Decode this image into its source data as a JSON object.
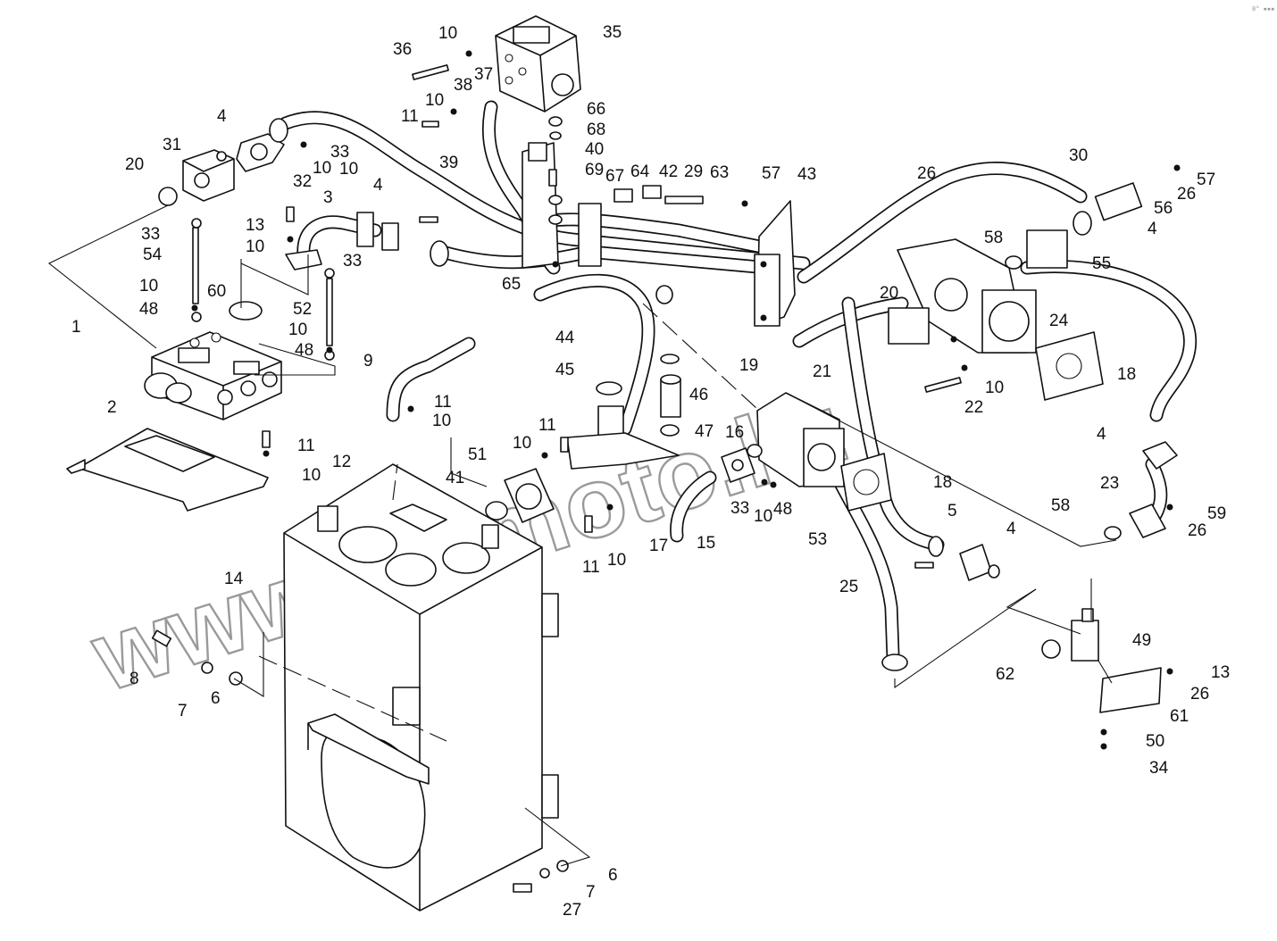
{
  "diagram": {
    "watermark": "www.sibmoto.kz",
    "corner_mark": "8° ▪▪▪",
    "callouts": [
      {
        "id": "c1",
        "label": "1"
      },
      {
        "id": "c2",
        "label": "2"
      },
      {
        "id": "c3",
        "label": "3"
      },
      {
        "id": "c4a",
        "label": "4"
      },
      {
        "id": "c4b",
        "label": "4"
      },
      {
        "id": "c4c",
        "label": "4"
      },
      {
        "id": "c4d",
        "label": "4"
      },
      {
        "id": "c4e",
        "label": "4"
      },
      {
        "id": "c5",
        "label": "5"
      },
      {
        "id": "c6a",
        "label": "6"
      },
      {
        "id": "c6b",
        "label": "6"
      },
      {
        "id": "c7a",
        "label": "7"
      },
      {
        "id": "c7b",
        "label": "7"
      },
      {
        "id": "c8",
        "label": "8"
      },
      {
        "id": "c9",
        "label": "9"
      },
      {
        "id": "c10a",
        "label": "10"
      },
      {
        "id": "c10b",
        "label": "10"
      },
      {
        "id": "c10c",
        "label": "10"
      },
      {
        "id": "c10d",
        "label": "10"
      },
      {
        "id": "c10e",
        "label": "10"
      },
      {
        "id": "c10f",
        "label": "10"
      },
      {
        "id": "c10g",
        "label": "10"
      },
      {
        "id": "c10h",
        "label": "10"
      },
      {
        "id": "c10i",
        "label": "10"
      },
      {
        "id": "c10j",
        "label": "10"
      },
      {
        "id": "c10k",
        "label": "10"
      },
      {
        "id": "c10l",
        "label": "10"
      },
      {
        "id": "c10m",
        "label": "10"
      },
      {
        "id": "c11a",
        "label": "11"
      },
      {
        "id": "c11b",
        "label": "11"
      },
      {
        "id": "c11c",
        "label": "11"
      },
      {
        "id": "c11d",
        "label": "11"
      },
      {
        "id": "c11e",
        "label": "11"
      },
      {
        "id": "c12",
        "label": "12"
      },
      {
        "id": "c13a",
        "label": "13"
      },
      {
        "id": "c13b",
        "label": "13"
      },
      {
        "id": "c14",
        "label": "14"
      },
      {
        "id": "c15",
        "label": "15"
      },
      {
        "id": "c16",
        "label": "16"
      },
      {
        "id": "c17",
        "label": "17"
      },
      {
        "id": "c18a",
        "label": "18"
      },
      {
        "id": "c18b",
        "label": "18"
      },
      {
        "id": "c19",
        "label": "19"
      },
      {
        "id": "c20a",
        "label": "20"
      },
      {
        "id": "c20b",
        "label": "20"
      },
      {
        "id": "c21",
        "label": "21"
      },
      {
        "id": "c22",
        "label": "22"
      },
      {
        "id": "c23",
        "label": "23"
      },
      {
        "id": "c24",
        "label": "24"
      },
      {
        "id": "c25",
        "label": "25"
      },
      {
        "id": "c26a",
        "label": "26"
      },
      {
        "id": "c26b",
        "label": "26"
      },
      {
        "id": "c26c",
        "label": "26"
      },
      {
        "id": "c26d",
        "label": "26"
      },
      {
        "id": "c27",
        "label": "27"
      },
      {
        "id": "c29",
        "label": "29"
      },
      {
        "id": "c30",
        "label": "30"
      },
      {
        "id": "c31",
        "label": "31"
      },
      {
        "id": "c32",
        "label": "32"
      },
      {
        "id": "c33a",
        "label": "33"
      },
      {
        "id": "c33b",
        "label": "33"
      },
      {
        "id": "c33c",
        "label": "33"
      },
      {
        "id": "c33d",
        "label": "33"
      },
      {
        "id": "c34",
        "label": "34"
      },
      {
        "id": "c35",
        "label": "35"
      },
      {
        "id": "c36",
        "label": "36"
      },
      {
        "id": "c37",
        "label": "37"
      },
      {
        "id": "c38",
        "label": "38"
      },
      {
        "id": "c39",
        "label": "39"
      },
      {
        "id": "c40",
        "label": "40"
      },
      {
        "id": "c41",
        "label": "41"
      },
      {
        "id": "c42",
        "label": "42"
      },
      {
        "id": "c43",
        "label": "43"
      },
      {
        "id": "c44",
        "label": "44"
      },
      {
        "id": "c45",
        "label": "45"
      },
      {
        "id": "c46",
        "label": "46"
      },
      {
        "id": "c47",
        "label": "47"
      },
      {
        "id": "c48a",
        "label": "48"
      },
      {
        "id": "c48b",
        "label": "48"
      },
      {
        "id": "c48c",
        "label": "48"
      },
      {
        "id": "c49",
        "label": "49"
      },
      {
        "id": "c50",
        "label": "50"
      },
      {
        "id": "c51",
        "label": "51"
      },
      {
        "id": "c52",
        "label": "52"
      },
      {
        "id": "c53",
        "label": "53"
      },
      {
        "id": "c54",
        "label": "54"
      },
      {
        "id": "c55",
        "label": "55"
      },
      {
        "id": "c56",
        "label": "56"
      },
      {
        "id": "c57a",
        "label": "57"
      },
      {
        "id": "c57b",
        "label": "57"
      },
      {
        "id": "c58a",
        "label": "58"
      },
      {
        "id": "c58b",
        "label": "58"
      },
      {
        "id": "c59",
        "label": "59"
      },
      {
        "id": "c60",
        "label": "60"
      },
      {
        "id": "c61",
        "label": "61"
      },
      {
        "id": "c62",
        "label": "62"
      },
      {
        "id": "c63",
        "label": "63"
      },
      {
        "id": "c64",
        "label": "64"
      },
      {
        "id": "c65",
        "label": "65"
      },
      {
        "id": "c66",
        "label": "66"
      },
      {
        "id": "c67",
        "label": "67"
      },
      {
        "id": "c68",
        "label": "68"
      },
      {
        "id": "c69",
        "label": "69"
      }
    ]
  }
}
